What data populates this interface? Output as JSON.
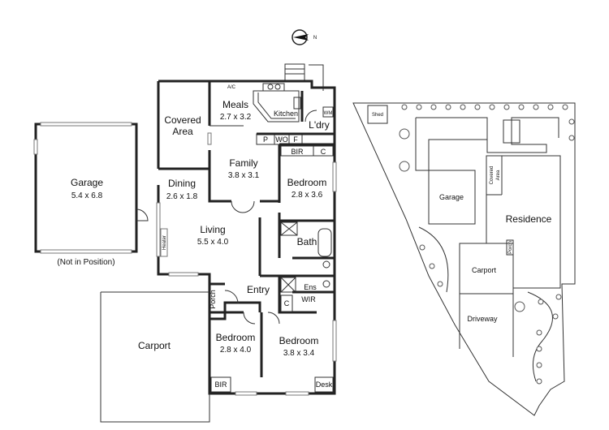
{
  "compass": {
    "north_label": "N"
  },
  "floor_plan": {
    "garage": {
      "name": "Garage",
      "dims": "5.4 x 6.8",
      "note": "(Not in Position)"
    },
    "carport": {
      "name": "Carport"
    },
    "covered_area": {
      "line1": "Covered",
      "line2": "Area"
    },
    "meals": {
      "name": "Meals",
      "dims": "2.7 x 3.2"
    },
    "ac": "A/C",
    "kitchen": {
      "name": "Kitchen"
    },
    "laundry": {
      "name": "L'dry"
    },
    "wm": "WM",
    "pantry": "P",
    "wall_oven": "WO",
    "fridge": "F",
    "family": {
      "name": "Family",
      "dims": "3.8 x 3.1"
    },
    "dining": {
      "name": "Dining",
      "dims": "2.6 x 1.8"
    },
    "living": {
      "name": "Living",
      "dims": "5.5 x 4.0"
    },
    "heater": "Heater",
    "bir_main": "BIR",
    "cupboard_main": "C",
    "bedroom_main": {
      "name": "Bedroom",
      "dims": "2.8 x 3.6"
    },
    "bath": {
      "name": "Bath"
    },
    "ensuite": {
      "name": "Ens"
    },
    "wir": "WIR",
    "cupboard_ens": "C",
    "porch": "Porch",
    "entry": "Entry",
    "bedroom_2": {
      "name": "Bedroom",
      "dims": "2.8 x 4.0"
    },
    "bedroom_3": {
      "name": "Bedroom",
      "dims": "3.8 x 3.4"
    },
    "bir_2": "BIR",
    "desk": "Desk"
  },
  "site_plan": {
    "shed": "Shed",
    "garage": "Garage",
    "covered_area": {
      "line1": "Covered",
      "line2": "Area"
    },
    "residence": "Residence",
    "porch": "Porch",
    "carport": "Carport",
    "driveway": "Driveway"
  }
}
